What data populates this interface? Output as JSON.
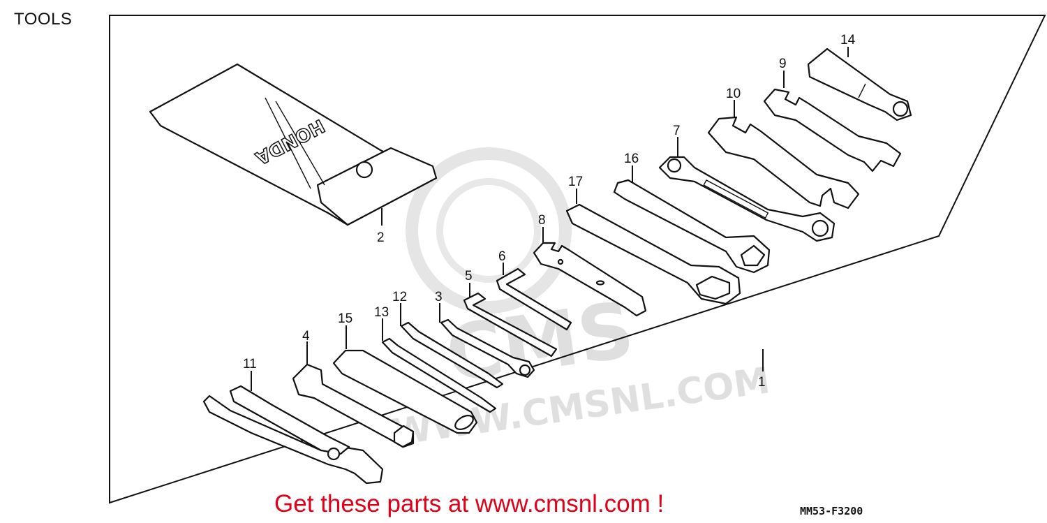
{
  "page_title": "TOOLS",
  "footer": {
    "link_text": "Get these parts at www.cmsnl.com !",
    "diagram_code": "MM53-F3200"
  },
  "watermark": {
    "brand": "CMS",
    "url": "WWW.CMSNL.COM"
  },
  "pouch_brand": "HONDA",
  "callouts": [
    "1",
    "2",
    "3",
    "4",
    "5",
    "6",
    "7",
    "8",
    "9",
    "10",
    "11",
    "12",
    "13",
    "14",
    "15",
    "16",
    "17"
  ],
  "colors": {
    "line": "#111111",
    "watermark": "#dcdcdc",
    "footer_link": "#e0001a"
  }
}
